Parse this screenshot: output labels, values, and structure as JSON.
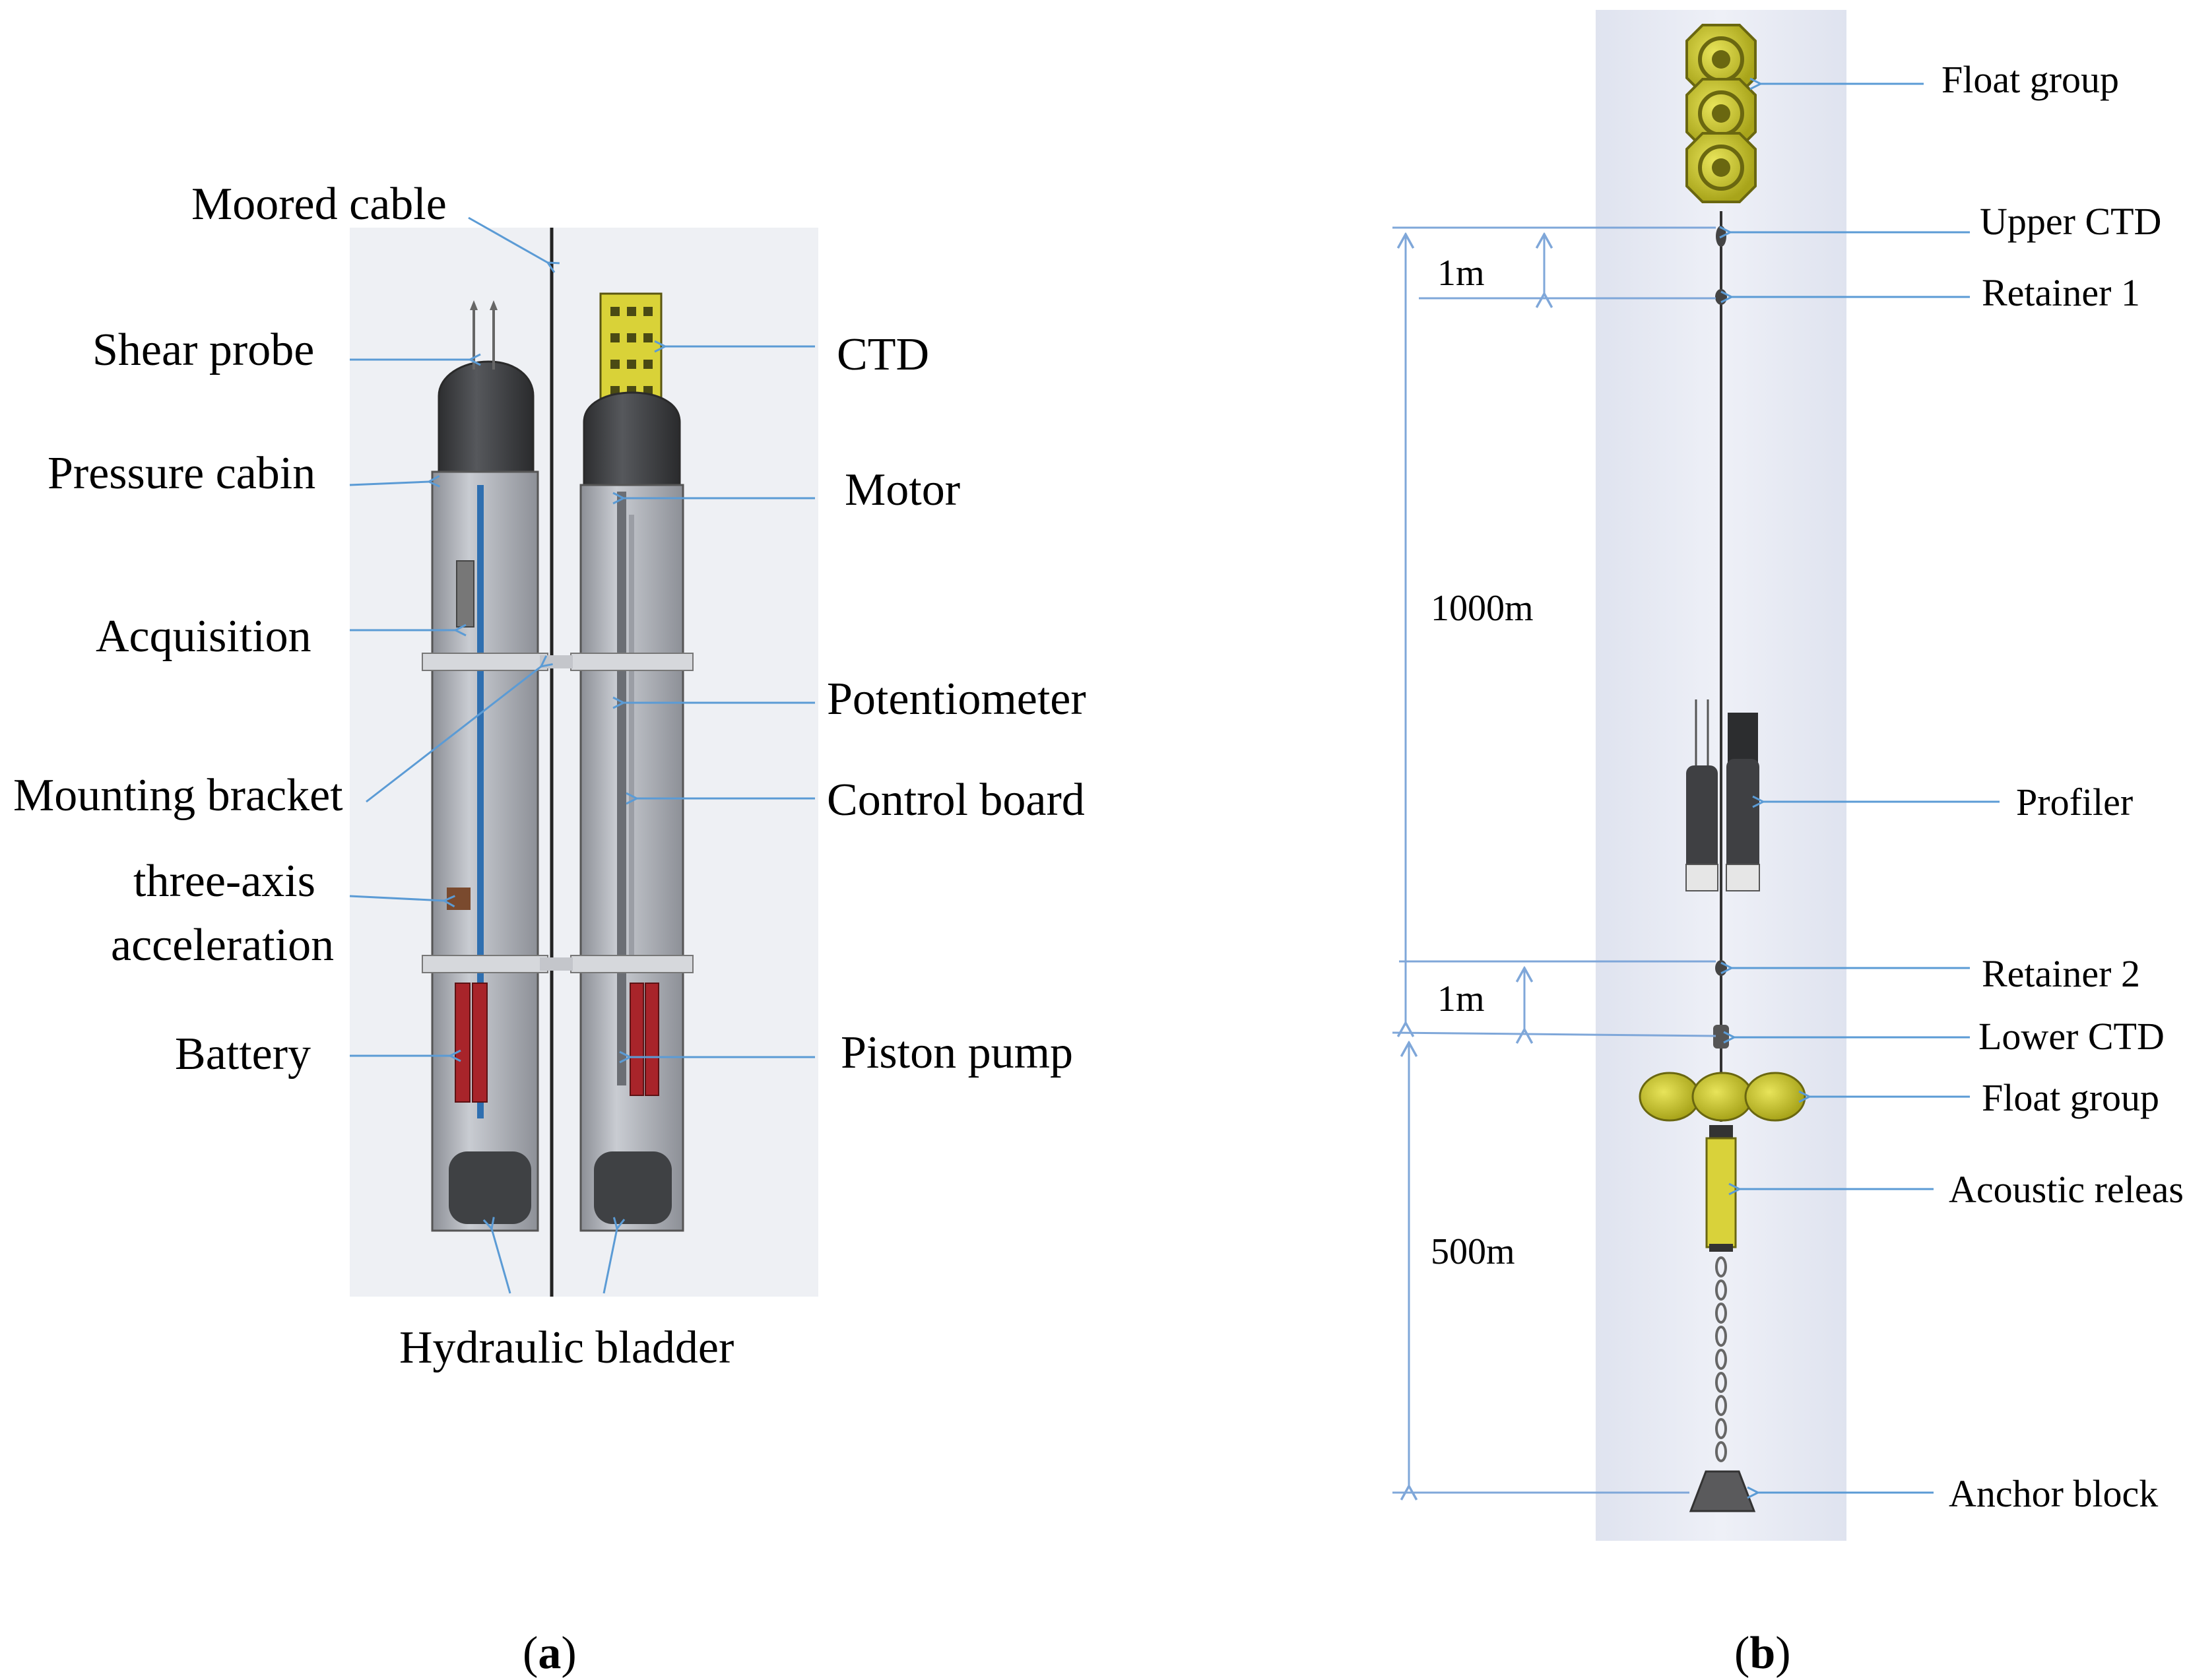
{
  "panel_a": {
    "caption_open": "(",
    "caption_letter": "a",
    "caption_close": ")",
    "labels": {
      "moored_cable": "Moored cable",
      "shear_probe": "Shear probe",
      "pressure_cabin": "Pressure cabin",
      "acquisition": "Acquisition",
      "mounting_bracket": "Mounting bracket",
      "three_axis_line1": "three-axis",
      "three_axis_line2": "acceleration",
      "battery": "Battery",
      "ctd": "CTD",
      "motor": "Motor",
      "potentiometer": "Potentiometer",
      "control_board": "Control board",
      "piston_pump": "Piston pump",
      "hydraulic_bladder": "Hydraulic bladder"
    }
  },
  "panel_b": {
    "caption_open": "(",
    "caption_letter": "b",
    "caption_close": ")",
    "labels": {
      "float_group_top": "Float group",
      "upper_ctd": "Upper CTD",
      "retainer_1": "Retainer 1",
      "profiler": "Profiler",
      "retainer_2": "Retainer 2",
      "lower_ctd": "Lower CTD",
      "float_group_bottom": "Float group",
      "acoustic_release": "Acoustic release",
      "anchor_block": "Anchor block"
    },
    "dimensions": {
      "d_1m_top": "1m",
      "d_1000m": "1000m",
      "d_1m_bottom": "1m",
      "d_500m": "500m"
    }
  },
  "colors": {
    "arrow": "#5b9bd5",
    "dimension": "#7fa7d9",
    "panel_bg": "#e5e8f3",
    "float_yellow": "#c9c52a",
    "instrument_dark": "#3a3a3c"
  }
}
